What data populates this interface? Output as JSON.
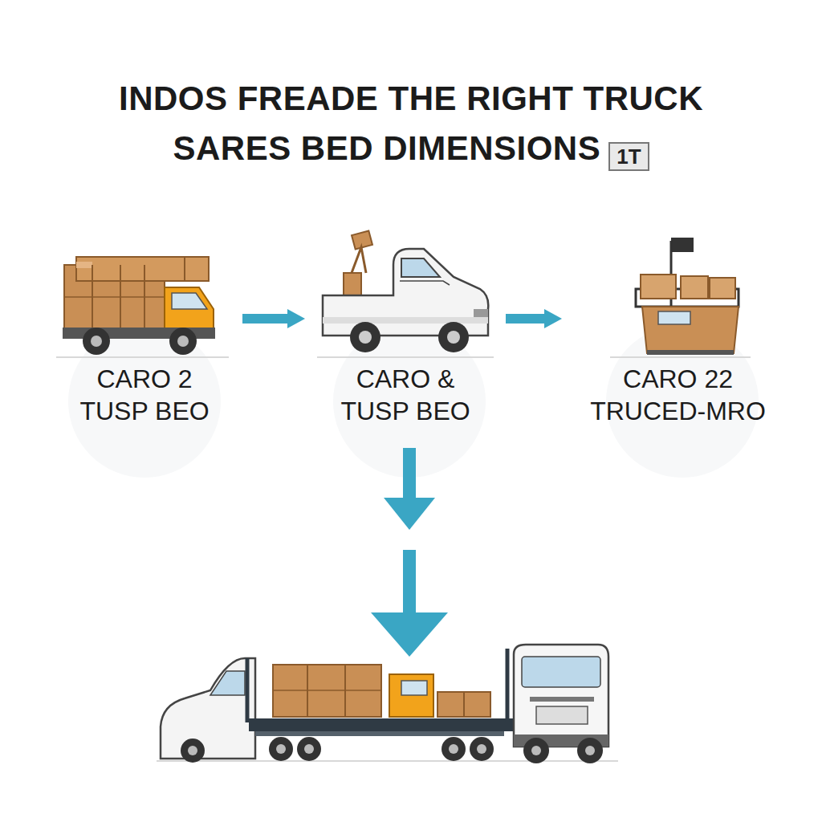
{
  "diagram": {
    "title": "INDOS FREADE THE RIGHT TRUCK SARES BED DIMENSIONS",
    "nodes": [
      {
        "text": [
          "CARO 2 TUSP BEO"
        ]
      },
      {
        "text": [
          "CARO & TUSP BEO"
        ]
      },
      {
        "text": [
          "CARO 22 TRUCED-MRO"
        ]
      }
    ],
    "edges": [
      {
        "from": 0,
        "to": 1,
        "arrow": "to"
      },
      {
        "from": 1,
        "to": 2,
        "arrow": "to"
      }
    ],
    "labels": [
      "1T"
    ]
  }
}
